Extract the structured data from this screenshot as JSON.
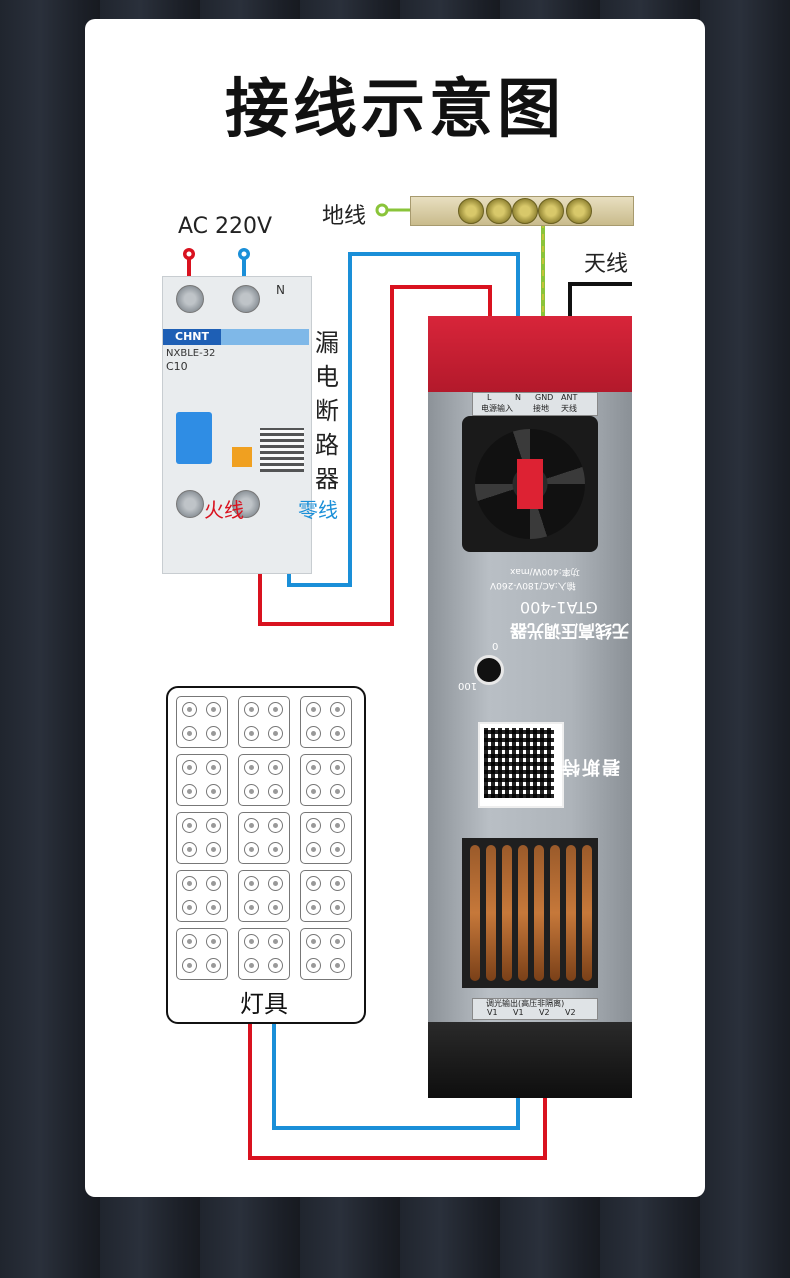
{
  "title": "接线示意图",
  "labels": {
    "ac": "AC 220V",
    "ground": "地线",
    "antenna": "天线",
    "breaker": "漏电断路器",
    "live": "火线",
    "neutral": "零线",
    "lamp": "灯具"
  },
  "breaker": {
    "brand": "CHNT",
    "model": "NXBLE-32",
    "rating": "C10",
    "n_mark": "N"
  },
  "dimmer": {
    "model": "GTA1-400",
    "name": "无线高压调光器",
    "brand": "碧斯特",
    "spec_input": "输入:AC/180V-260V",
    "spec_power": "功率:400W/max",
    "knob_zero": "0",
    "knob_max": "100",
    "terminals_top": [
      "L",
      "N",
      "GND",
      "ANT"
    ],
    "terminals_top_desc": [
      "电源输入",
      "接地",
      "天线"
    ],
    "output_desc": "调光输出(高压非隔离)",
    "terminals_bottom": [
      "V1",
      "V1",
      "V2",
      "V2"
    ]
  },
  "colors": {
    "live_wire": "#d9121f",
    "neutral_wire": "#1a8fd8",
    "ground_wire": "#8ac43a",
    "antenna_wire": "#111111",
    "device_red": "#c61e30"
  }
}
